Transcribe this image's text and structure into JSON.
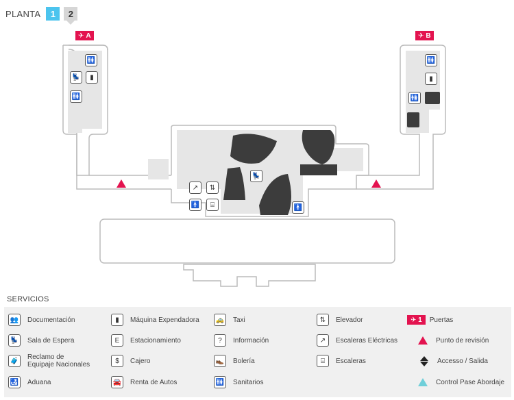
{
  "floor_selector": {
    "label": "PLANTA",
    "floors": [
      "1",
      "2"
    ],
    "active": "1"
  },
  "gates": {
    "a": "A",
    "b": "B"
  },
  "services": {
    "title": "SERVICIOS",
    "items": {
      "documentacion": "Documentación",
      "sala_espera": "Sala de Espera",
      "reclamo": "Reclamo de\nEquipaje Nacionales",
      "aduana": "Aduana",
      "maquina": "Máquina Expendadora",
      "estacionamiento": "Estacionamiento",
      "cajero": "Cajero",
      "renta_autos": "Renta de Autos",
      "taxi": "Taxi",
      "informacion": "Información",
      "boleria": "Bolería",
      "sanitarios": "Sanitarios",
      "elevador": "Elevador",
      "escaleras_electricas": "Escaleras Eléctricas",
      "escaleras": "Escaleras",
      "puertas": "Puertas",
      "puertas_badge": "1",
      "punto_revision": "Punto de revisión",
      "acceso_salida": "Accesso / Salida",
      "control_pase": "Control Pase Abordaje"
    }
  },
  "colors": {
    "accent_pink": "#e3134f",
    "accent_blue": "#4cc4ee",
    "control_teal": "#6fcfd9",
    "area_gray": "#e6e6e6",
    "block_dark": "#3c3c3c"
  }
}
